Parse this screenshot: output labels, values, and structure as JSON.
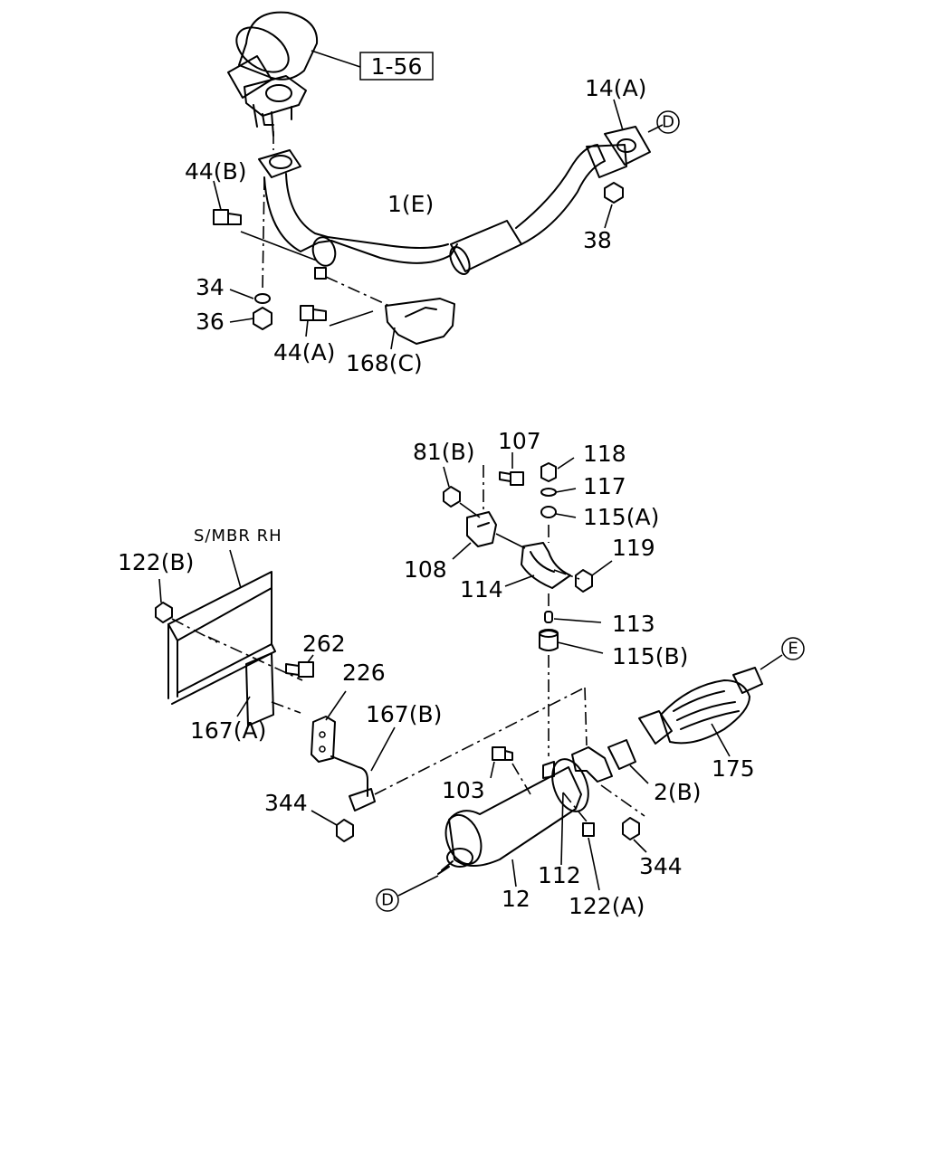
{
  "refbox": "1-56",
  "connectors": {
    "d_top": "D",
    "d_bottom": "D",
    "e": "E"
  },
  "frame_label": "S/MBR RH",
  "labels": {
    "l14a": "14(A)",
    "l44b": "44(B)",
    "l1e": "1(E)",
    "l38": "38",
    "l34": "34",
    "l36": "36",
    "l44a": "44(A)",
    "l168c": "168(C)",
    "l81b": "81(B)",
    "l107": "107",
    "l118": "118",
    "l117": "117",
    "l115a": "115(A)",
    "l108": "108",
    "l119": "119",
    "l114": "114",
    "l113": "113",
    "l115b": "115(B)",
    "l122b": "122(B)",
    "l262": "262",
    "l226": "226",
    "l167a": "167(A)",
    "l167b": "167(B)",
    "l175": "175",
    "l103": "103",
    "l2b": "2(B)",
    "l344a": "344",
    "l344b": "344",
    "l112": "112",
    "l12": "12",
    "l122a": "122(A)"
  }
}
